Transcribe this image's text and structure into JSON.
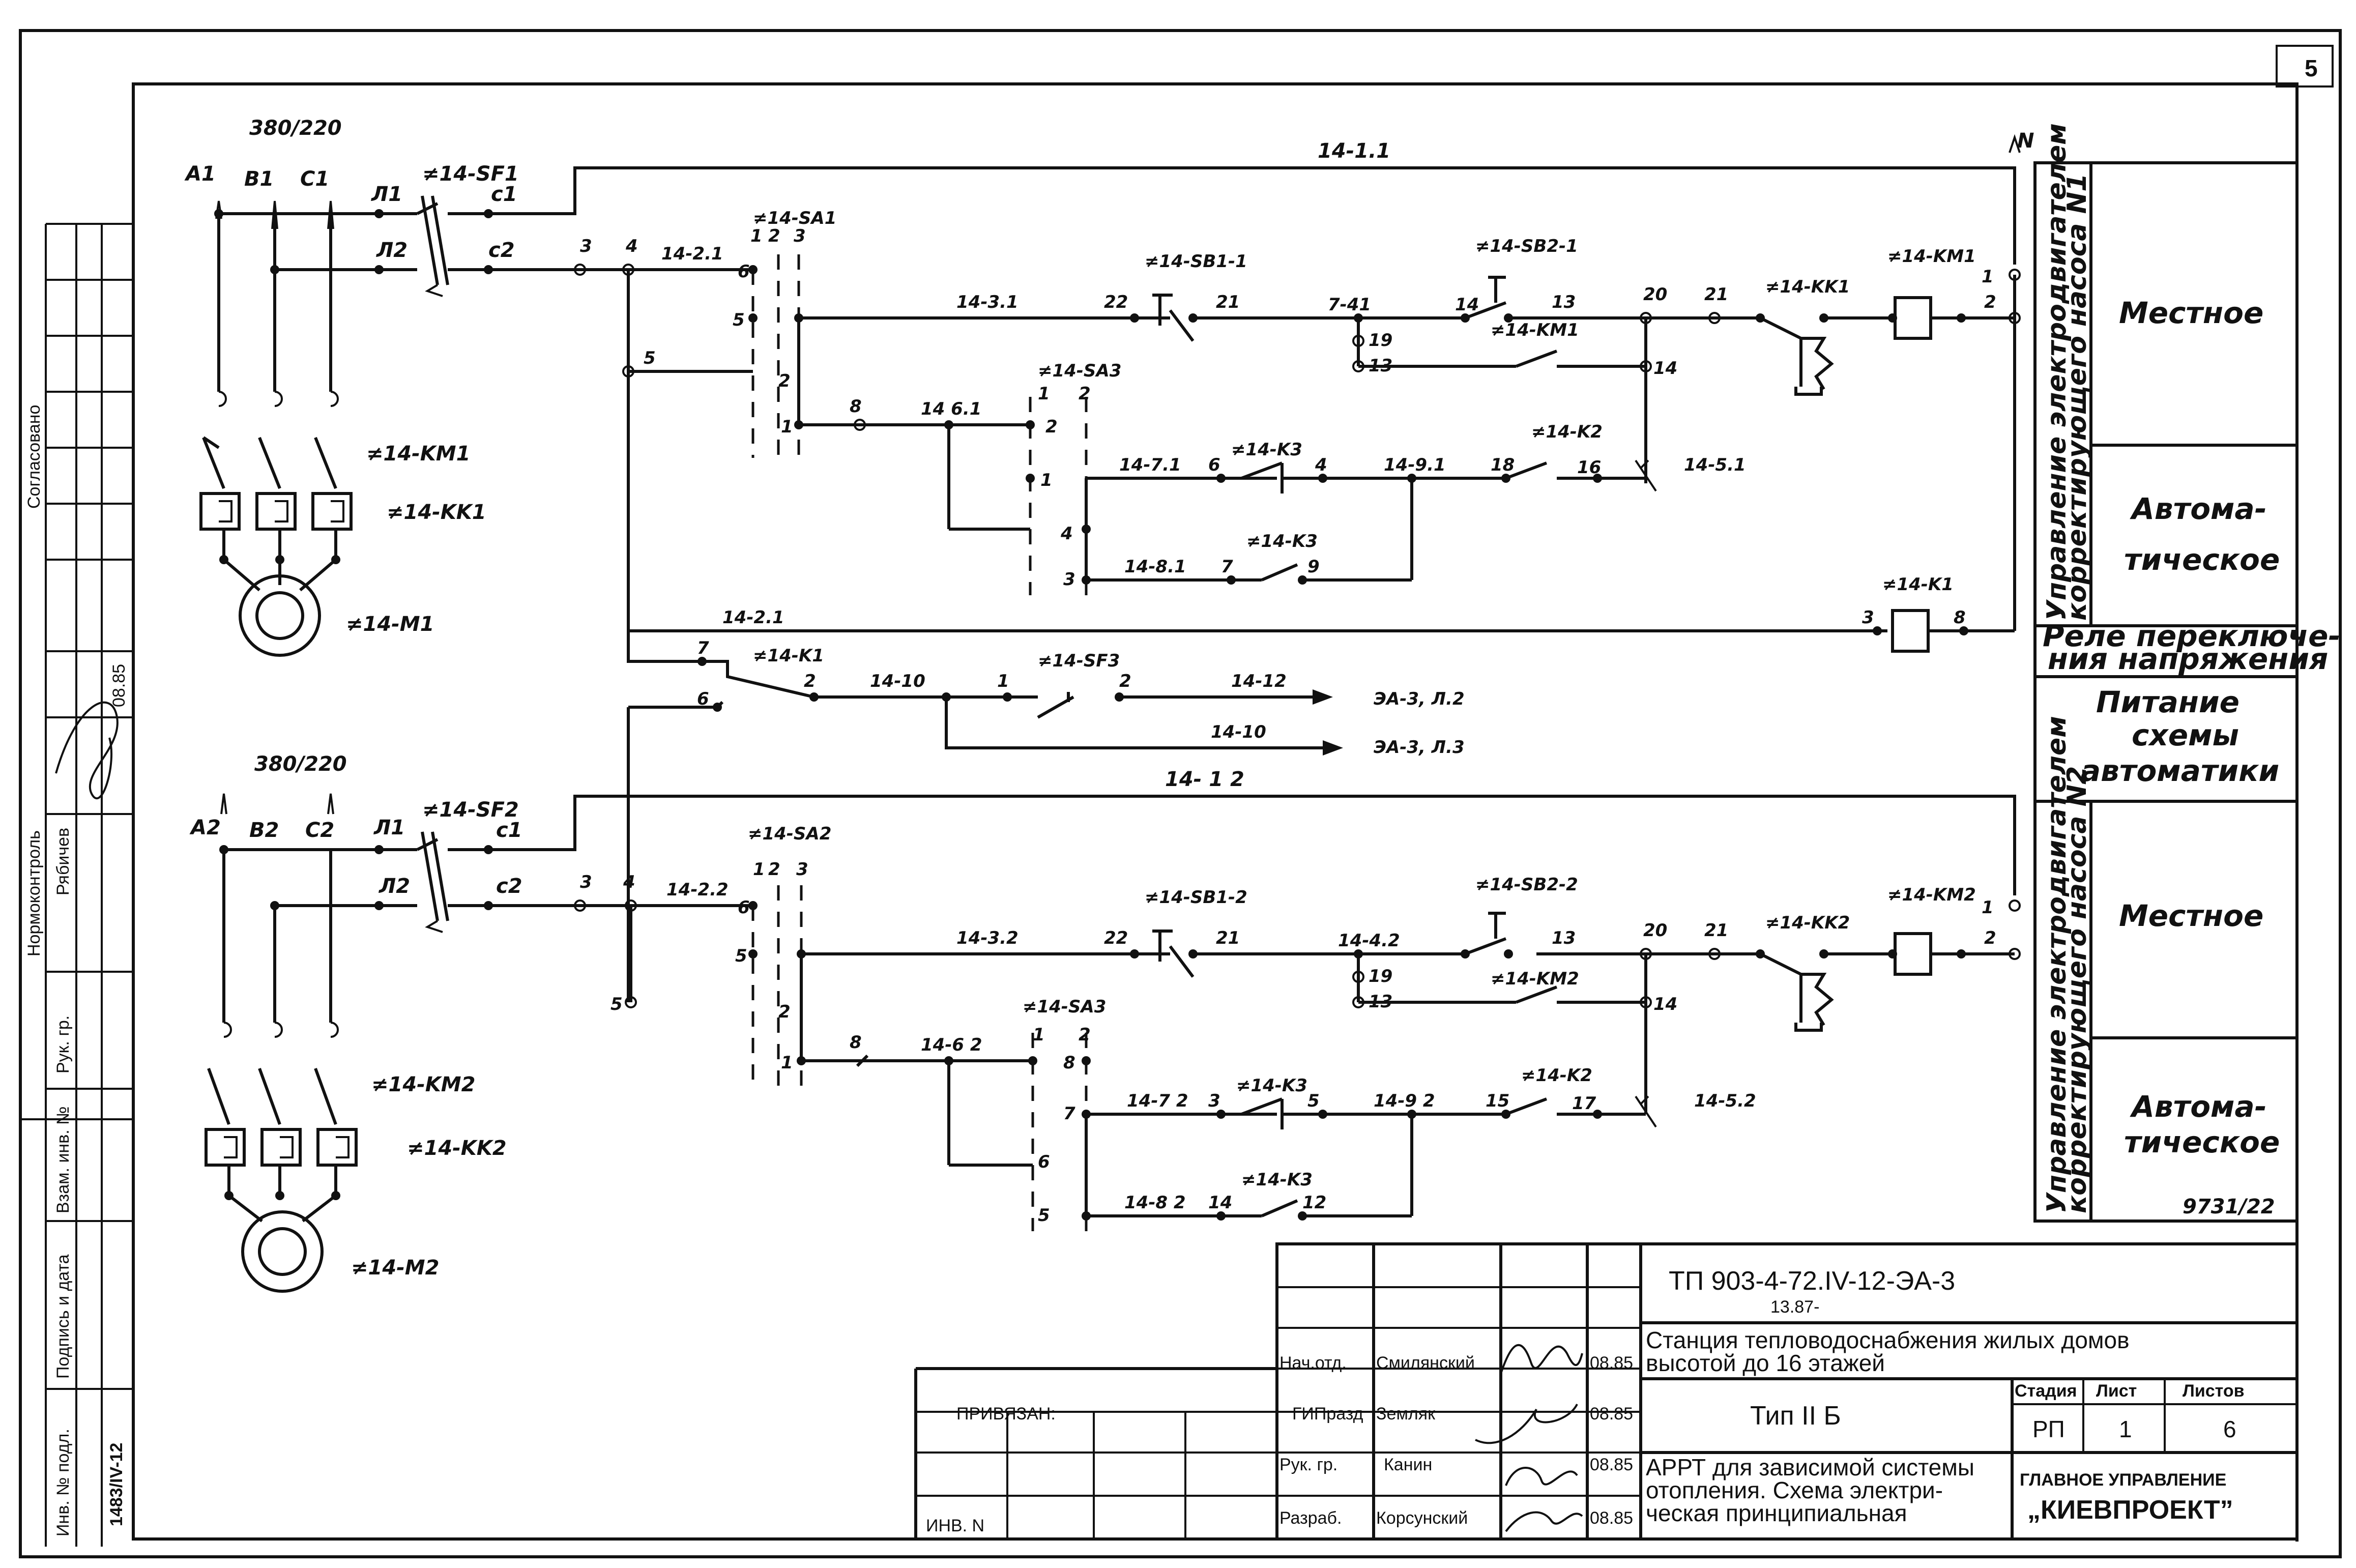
{
  "sheet": {
    "page_number": "5",
    "supply_top": "380/220",
    "supply_bottom": "380/220",
    "neutral": "N"
  },
  "motor1": {
    "phases": [
      "A1",
      "B1",
      "C1"
    ],
    "breaker": "≠14-SF1",
    "contactor": "≠14-KM1",
    "relay": "≠14-KK1",
    "motor": "≠14-M1",
    "line_L1": "Л1",
    "line_L2": "Л2",
    "c1": "c1",
    "c2": "c2"
  },
  "motor2": {
    "phases": [
      "A2",
      "B2",
      "C2"
    ],
    "breaker": "≠14-SF2",
    "contactor": "≠14-KM2",
    "relay": "≠14-KK2",
    "motor": "≠14-M2",
    "line_L1": "Л1",
    "line_L2": "Л2",
    "c1": "c1",
    "c2": "c2"
  },
  "circuit1": {
    "wire_top": "14-1.1",
    "wire_21": "14-2.1",
    "wire_31": "14-3.1",
    "wire_61": "14 6.1",
    "wire_71": "14-7.1",
    "wire_81": "14-8.1",
    "wire_91": "14-9.1",
    "wire_51": "14-5.1",
    "wire_741": "7-41",
    "wire_21b": "14-2.1",
    "sa": "≠14-SA1",
    "sa3": "≠14-SA3",
    "sb1": "≠14-SB1-1",
    "sb2": "≠14-SB2-1",
    "km_aux": "≠14-KM1",
    "kk": "≠14-KK1",
    "km_coil": "≠14-KM1",
    "k3a": "≠14-K3",
    "k3b": "≠14-K3",
    "k2": "≠14-K2",
    "k1_coil": "≠14-K1"
  },
  "power_circuit": {
    "k1": "≠14-K1",
    "sf3": "≠14-SF3",
    "wire_10": "14-10",
    "wire_12": "14-12",
    "wire_10b": "14-10",
    "out1": "ЭА-3, Л.2",
    "out2": "ЭА-3, Л.3",
    "wire_top2": "14- 1 2"
  },
  "circuit2": {
    "wire_22": "14-2.2",
    "wire_32": "14-3.2",
    "wire_42": "14-4.2",
    "wire_62": "14-6 2",
    "wire_72": "14-7 2",
    "wire_82": "14-8 2",
    "wire_92": "14-9 2",
    "wire_52": "14-5.2",
    "sa": "≠14-SA2",
    "sa3": "≠14-SA3",
    "sb1": "≠14-SB1-2",
    "sb2": "≠14-SB2-2",
    "km_aux": "≠14-KM2",
    "kk": "≠14-KK2",
    "km_coil": "≠14-KM2",
    "k3a": "≠14-K3",
    "k3b": "≠14-K3",
    "k2": "≠14-K2"
  },
  "side_panel": {
    "vertical1": [
      "Управление электродвигателем",
      "корректирующего насоса N1"
    ],
    "vertical2": [
      "Управление электродвигателем",
      "корректирующего насоса N2"
    ],
    "mode_local1": "Местное",
    "mode_auto1": [
      "Автома-",
      "тическое"
    ],
    "relay_title": [
      "Реле переключе-",
      "ния напряжения"
    ],
    "power_title": [
      "Питание",
      "схемы",
      "автоматики"
    ],
    "mode_local2": "Местное",
    "mode_auto2": [
      "Автома-",
      "тическое"
    ],
    "doc_ref": "9731/22"
  },
  "left_strip": {
    "agreed": "Согласовано",
    "normocontrol": "Нормоконтроль",
    "rabichev": "Рябичев",
    "date": "08.85",
    "ruk_gr": "Рук. гр.",
    "vzam": "Взам. инв. №",
    "podpis": "Подпись и дата",
    "inv_podl": "Инв. № подл.",
    "inv_value": "1483/IV-12"
  },
  "title_block": {
    "code": "ТП 903-4-72.IV-12-ЭА-3",
    "code_sub": "13.87-",
    "project_title": [
      "Станция тепловодоснабжения жилых домов",
      "высотой до 16 этажей"
    ],
    "type": "Тип II Б",
    "stage_h": "Стадия",
    "sheet_h": "Лист",
    "sheets_h": "Листов",
    "stage": "РП",
    "sheet": "1",
    "sheets": "6",
    "drawing_title": [
      "АРРТ для зависимой системы",
      "отопления. Схема электри-",
      "ческая принципиальная"
    ],
    "org": [
      "ГЛАВНОЕ УПРАВЛЕНИЕ",
      "„КИЕВПРОЕКТ”"
    ],
    "privyazan": "ПРИВЯЗАН:",
    "inv_n": "ИНВ. N",
    "rows": [
      {
        "role": "Нач.отд.",
        "name": "Смилянский",
        "date": "08.85"
      },
      {
        "role": "ГИПразд",
        "name": "Земляк",
        "date": "08.85"
      },
      {
        "role": "Рук. гр.",
        "name": "Канин",
        "date": "08.85"
      },
      {
        "role": "Разраб.",
        "name": "Корсунский",
        "date": "08.85"
      }
    ]
  },
  "nodes": {
    "n3": "3",
    "n4": "4",
    "n5": "5",
    "n6": "6",
    "n2": "2",
    "n1": "1",
    "n8": "8",
    "n22": "22",
    "n21": "21",
    "n19": "19",
    "n13": "13",
    "n14": "14",
    "n20": "20",
    "n18": "18",
    "n16": "16",
    "n7": "7",
    "n9": "9",
    "n1c": "1",
    "n2c": "2",
    "n15": "15",
    "n17": "17",
    "n12": "12"
  }
}
